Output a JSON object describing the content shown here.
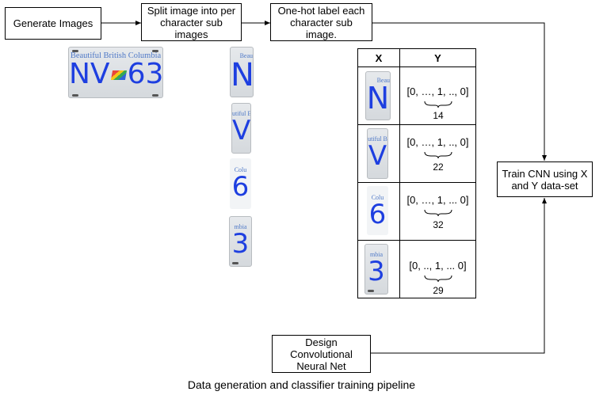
{
  "boxes": {
    "generate": "Generate Images",
    "split": "Split image into per character sub images",
    "onehot": "One-hot label each character sub image.",
    "train": "Train CNN using X and Y data-set",
    "design": "Design Convolutional Neural Net"
  },
  "plate": {
    "header": "Beautiful British Columbia",
    "left_text": "NV",
    "right_text": "63"
  },
  "char_images": [
    {
      "header": "Beau",
      "char": "N"
    },
    {
      "header": "utiful B",
      "char": "V"
    },
    {
      "header": "Colu",
      "char": "6"
    },
    {
      "header": "mbia",
      "char": "3"
    }
  ],
  "table": {
    "col_x": "X",
    "col_y": "Y",
    "rows": [
      {
        "vector": "[0, …, 1, .., 0]",
        "index": "14"
      },
      {
        "vector": "[0, …, 1, .., 0]",
        "index": "22"
      },
      {
        "vector": "[0, …, 1, ... 0]",
        "index": "32"
      },
      {
        "vector": "[0, .., 1, ... 0]",
        "index": "29"
      }
    ]
  },
  "caption": "Data generation and classifier training pipeline"
}
